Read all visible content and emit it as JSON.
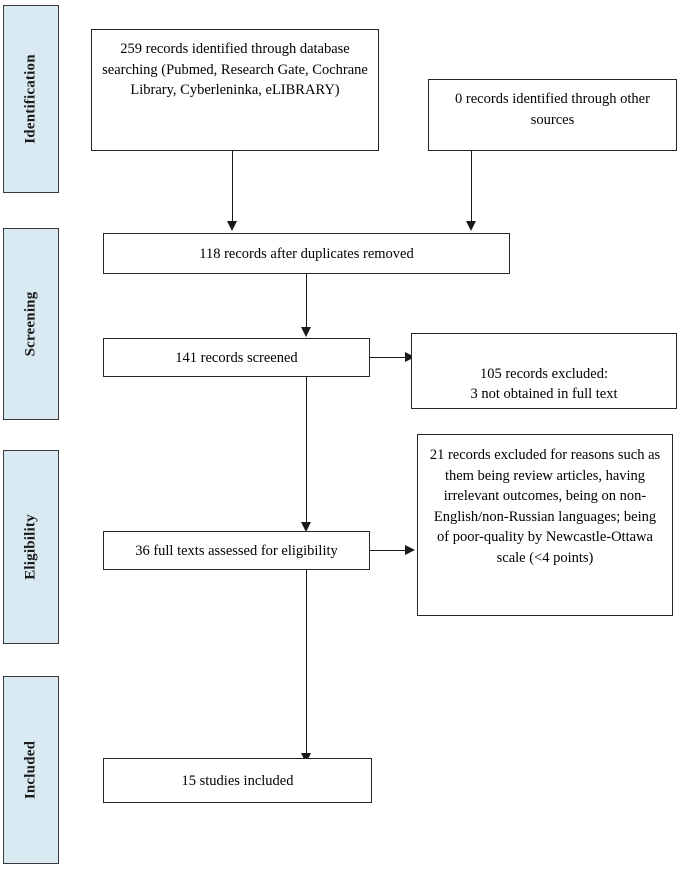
{
  "diagram": {
    "type": "prisma-flow-diagram",
    "accent_color": "#d9eaf2",
    "border_color": "#262626",
    "line_color": "#1a1a1a",
    "stages": [
      {
        "id": "identification",
        "label": "Identification"
      },
      {
        "id": "screening",
        "label": "Screening"
      },
      {
        "id": "eligibility",
        "label": "Eligibility"
      },
      {
        "id": "included",
        "label": "Included"
      }
    ],
    "boxes": {
      "database_search": "259 records identified through database searching (Pubmed, Research Gate, Cochrane Library, Cyberleninka, eLIBRARY)",
      "other_sources": "0 records identified through other sources",
      "duplicates_removed": "118 records after duplicates removed",
      "records_screened": "141 records screened",
      "records_excluded": "105 records excluded:\n3 not obtained in full text",
      "full_texts_assessed": "36 full texts assessed for eligibility",
      "full_texts_excluded": "21 records excluded for reasons such as them being review articles, having irrelevant outcomes, being on non-English/non-Russian languages; being of poor-quality by Newcastle-Ottawa scale (<4 points)",
      "studies_included": "15 studies included"
    },
    "counts": {
      "database_search": 259,
      "other_sources": 0,
      "duplicates_removed": 118,
      "records_screened": 141,
      "records_excluded": 105,
      "not_obtained_full_text": 3,
      "full_texts_assessed": 36,
      "full_texts_excluded": 21,
      "studies_included": 15,
      "quality_threshold_points": 4
    }
  }
}
